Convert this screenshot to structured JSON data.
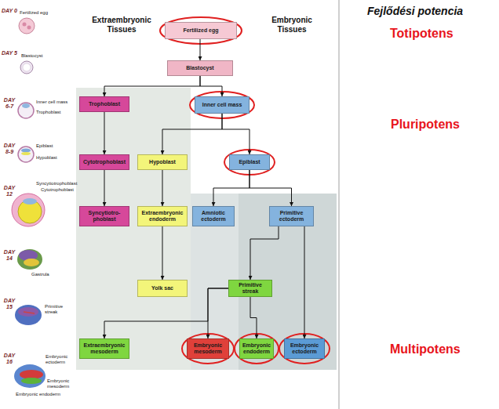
{
  "diagram": {
    "title": "Fejlődési potencia",
    "nodes": [
      {
        "text": [
          "Fertilized egg"
        ]
      },
      {
        "text": [
          "Blastocyst"
        ]
      },
      {
        "text": [
          "Trophoblast"
        ]
      },
      {
        "text": [
          "Inner cell mass"
        ]
      },
      {
        "text": [
          "Cytotrophoblast"
        ]
      },
      {
        "text": [
          "Hypoblast"
        ]
      },
      {
        "text": [
          "Epiblast"
        ]
      },
      {
        "text": [
          "Syncytiotro- phoblast"
        ]
      },
      {
        "text": [
          "Extraembryonic endoderm"
        ]
      },
      {
        "text": [
          "Amniotic ectoderm"
        ]
      },
      {
        "text": [
          "Primitive ectoderm"
        ]
      },
      {
        "text": [
          "Yolk sac"
        ]
      },
      {
        "text": [
          "Primitive streak"
        ]
      },
      {
        "text": [
          "Extraembryonic mesoderm"
        ]
      },
      {
        "text": [
          "Embryonic mesoderm"
        ]
      },
      {
        "text": [
          "Embryonic endoderm"
        ]
      },
      {
        "text": [
          "Embryonic ectoderm"
        ]
      }
    ],
    "edges": [
      {
        "from": 0,
        "to": 1,
        "arrow": "to"
      },
      {
        "from": 1,
        "to": 2,
        "arrow": "to"
      },
      {
        "from": 1,
        "to": 3,
        "arrow": "to"
      },
      {
        "from": 2,
        "to": 4,
        "arrow": "to"
      },
      {
        "from": 3,
        "to": 5,
        "arrow": "to"
      },
      {
        "from": 3,
        "to": 6,
        "arrow": "to"
      },
      {
        "from": 4,
        "to": 7,
        "arrow": "to"
      },
      {
        "from": 5,
        "to": 8,
        "arrow": "to"
      },
      {
        "from": 6,
        "to": 9,
        "arrow": "to"
      },
      {
        "from": 6,
        "to": 10,
        "arrow": "to"
      },
      {
        "from": 8,
        "to": 11,
        "arrow": "to"
      },
      {
        "from": 10,
        "to": 12,
        "arrow": "to"
      },
      {
        "from": 10,
        "to": 16,
        "arrow": "to"
      },
      {
        "from": 12,
        "to": 13,
        "arrow": "to"
      },
      {
        "from": 12,
        "to": 14,
        "arrow": "to"
      },
      {
        "from": 12,
        "to": 15,
        "arrow": "to"
      }
    ],
    "labels": [
      "Extraembryonic Tissues",
      "Embryonic Tissues",
      "DAY 0",
      "DAY 5",
      "DAY 6-7",
      "DAY 8-9",
      "DAY 12",
      "DAY 14",
      "DAY 15",
      "DAY 16",
      "Fertilized egg",
      "Blastocyst",
      "Inner cell mass",
      "Trophoblast",
      "Epiblast",
      "Hypoblast",
      "Syncytiotrophoblast",
      "Cytotrophoblast",
      "Gastrula",
      "Primitive streak",
      "Embryonic ectoderm",
      "Embryonic mesoderm",
      "Embryonic endoderm",
      "Totipotens",
      "Pluripotens",
      "Multipotens"
    ]
  }
}
